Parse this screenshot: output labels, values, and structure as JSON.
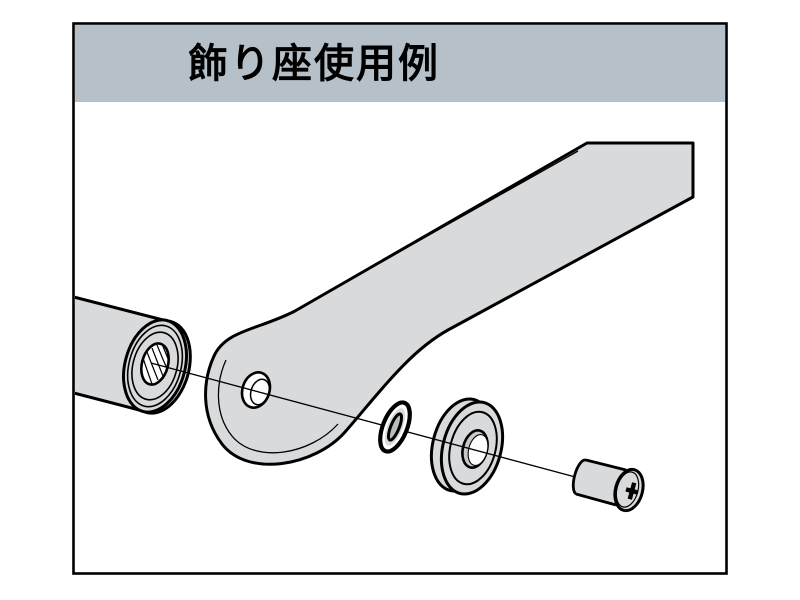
{
  "header": {
    "title": "飾り座使用例"
  },
  "colors": {
    "background": "#ffffff",
    "header_bg": "#b6c0c8",
    "part_fill": "#d8dadc",
    "outline": "#000000",
    "bore_shadow": "#c6c8ca",
    "ering_slot": "#b9bdbf"
  },
  "diagram": {
    "parts": [
      "threaded-rod",
      "flat-arm",
      "e-ring",
      "decorative-washer",
      "phillips-screw"
    ],
    "assembly_axis": "upper-left to lower-right"
  }
}
